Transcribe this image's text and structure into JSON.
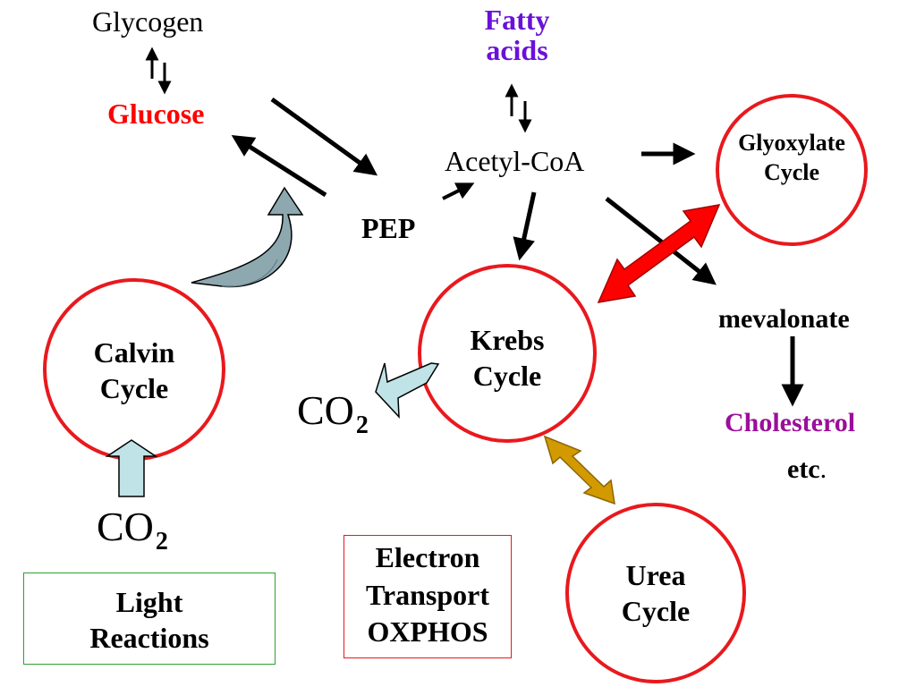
{
  "colors": {
    "cycle_border": "#e8191d",
    "glucose": "#ff0000",
    "fatty_acids": "#6a11d8",
    "cholesterol": "#9a0f9a",
    "light_box_border": "#2ea02e",
    "etc_box_border": "#e8191d",
    "big_arrow_red": "#ff0000",
    "big_arrow_gold": "#d39a00",
    "block_arrow_lightblue": "#bfe3e6",
    "curved_arrow_fill": "#8ea8b0"
  },
  "labels": {
    "glycogen": "Glycogen",
    "glucose": "Glucose",
    "fatty_acids": [
      "Fatty",
      "acids"
    ],
    "acetyl_coa": "Acetyl-CoA",
    "pep": "PEP",
    "mevalonate": "mevalonate",
    "cholesterol": "Cholesterol",
    "etc_text": "etc",
    "etc_period": "."
  },
  "cycles": {
    "calvin": [
      "Calvin",
      "Cycle"
    ],
    "krebs": [
      "Krebs",
      "Cycle"
    ],
    "glyoxylate": [
      "Glyoxylate",
      "Cycle"
    ],
    "urea": [
      "Urea",
      "Cycle"
    ]
  },
  "co2": {
    "main": "CO",
    "subscript": "2"
  },
  "boxes": {
    "light_reactions": [
      "Light",
      "Reactions"
    ],
    "electron_transport": [
      "Electron",
      "Transport",
      "OXPHOS"
    ]
  }
}
